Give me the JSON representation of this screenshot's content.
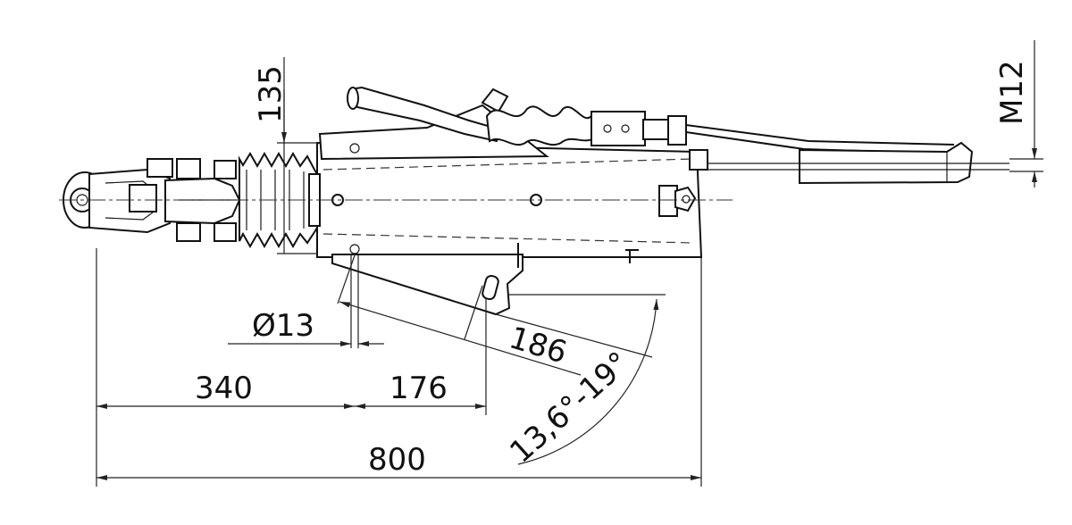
{
  "dimensions": {
    "d_height": "135",
    "d_thread": "M12",
    "d_hole": "Ø13",
    "d_340": "340",
    "d_176": "176",
    "d_186": "186",
    "d_angle": "13,6°-19°",
    "d_800": "800"
  }
}
